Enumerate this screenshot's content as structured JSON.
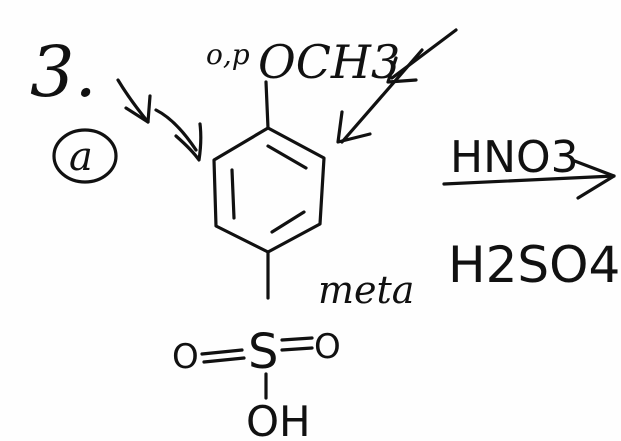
{
  "problem_number": "3.",
  "position_label": "o,p",
  "methoxy_group": "OCH3",
  "circled_label": "a",
  "reagent_top": "HNO3",
  "reagent_bottom": "H2SO4",
  "meta_label": "meta",
  "sulfur": "S",
  "oxygen_left": "O",
  "oxygen_right": "O",
  "hydroxyl": "OH",
  "colors": {
    "ink": "#111111",
    "paper": "#fefefe"
  }
}
